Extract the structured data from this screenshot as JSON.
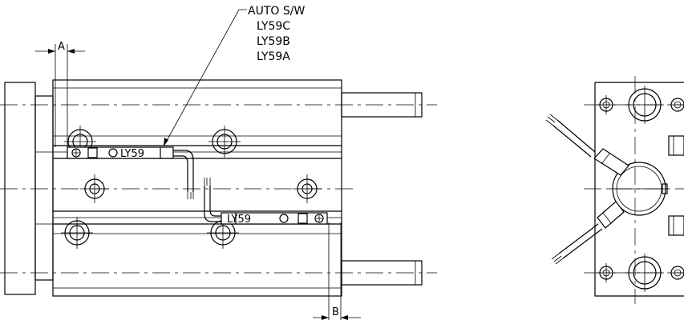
{
  "callout": {
    "title": "AUTO S/W",
    "models": [
      "LY59C",
      "LY59B",
      "LY59A"
    ]
  },
  "switches": {
    "top_label": "LY59",
    "bottom_label": "LY59"
  },
  "dimensions": {
    "a_label": "A",
    "b_label": "B"
  }
}
